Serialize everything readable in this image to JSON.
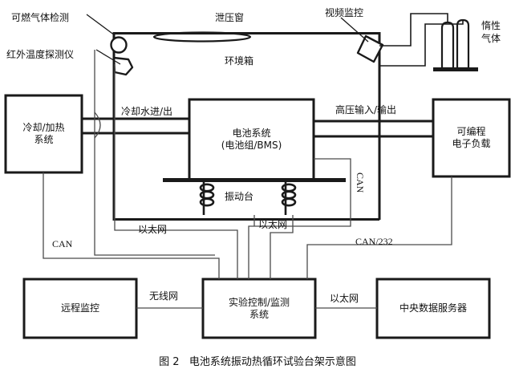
{
  "figure": {
    "caption": "图 2   电池系统振动热循环试验台架示意图",
    "caption_number": "图 2",
    "caption_title": "电池系统振动热循环试验台架示意图"
  },
  "boxes": {
    "cooling_heating": "冷却/加热\n系统",
    "battery_system": "电池系统\n(电池组/BMS)",
    "programmable_load": "可编程\n电子负载",
    "remote_monitor": "远程监控",
    "test_control": "实验控制/监测\n系统",
    "data_server": "中央数据服务器"
  },
  "components": {
    "gas_detector": "可燃气体检测",
    "ir_temp_probe": "红外温度探测仪",
    "pressure_relief_window": "泄压窗",
    "video_monitor": "视频监控",
    "inert_gas": "惰性\n气体",
    "environment_chamber": "环境箱",
    "vibration_table": "振动台"
  },
  "connections": {
    "coolant_in_out": "冷却水进/出",
    "hv_in_out": "高压输入/输出",
    "can_vertical": "CAN",
    "can_left": "CAN",
    "can_232": "CAN/232",
    "ethernet_left": "以太网",
    "ethernet_mid": "以太网",
    "ethernet_right": "以太网",
    "wireless": "无线网"
  },
  "style": {
    "line_color": "#1a1a1a",
    "thin_line_color": "#4a4a4a",
    "background": "#ffffff"
  }
}
